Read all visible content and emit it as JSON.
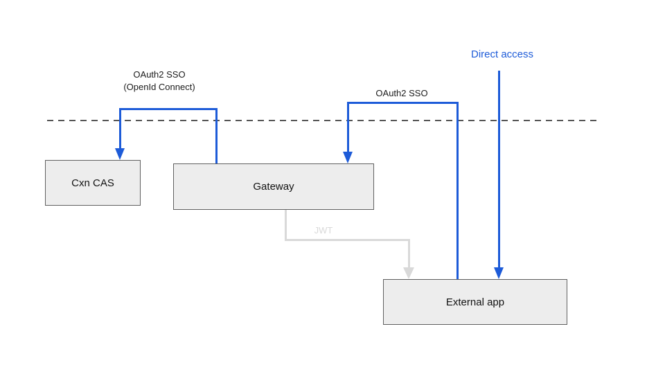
{
  "colors": {
    "blue": "#1d5bd8",
    "gray-line": "#d9d9d9",
    "box-fill": "#ededed",
    "box-border": "#5f5f5f",
    "dash": "#555555"
  },
  "boxes": {
    "cxn_cas": {
      "label": "Cxn CAS"
    },
    "gateway": {
      "label": "Gateway"
    },
    "external_app": {
      "label": "External app"
    }
  },
  "labels": {
    "oauth2_openid_line1": "OAuth2 SSO",
    "oauth2_openid_line2": "(OpenId Connect)",
    "oauth2_sso": "OAuth2 SSO",
    "direct_access": "Direct access",
    "jwt": "JWT"
  },
  "arrows": [
    {
      "name": "oauth2-sso-openid-connect",
      "from": "Gateway",
      "to": "Cxn CAS",
      "color": "blue"
    },
    {
      "name": "oauth2-sso",
      "from": "External app",
      "to": "Gateway",
      "color": "blue"
    },
    {
      "name": "direct-access",
      "from": null,
      "to": "External app",
      "color": "blue"
    },
    {
      "name": "jwt",
      "from": "Gateway",
      "to": "External app",
      "color": "gray"
    }
  ]
}
